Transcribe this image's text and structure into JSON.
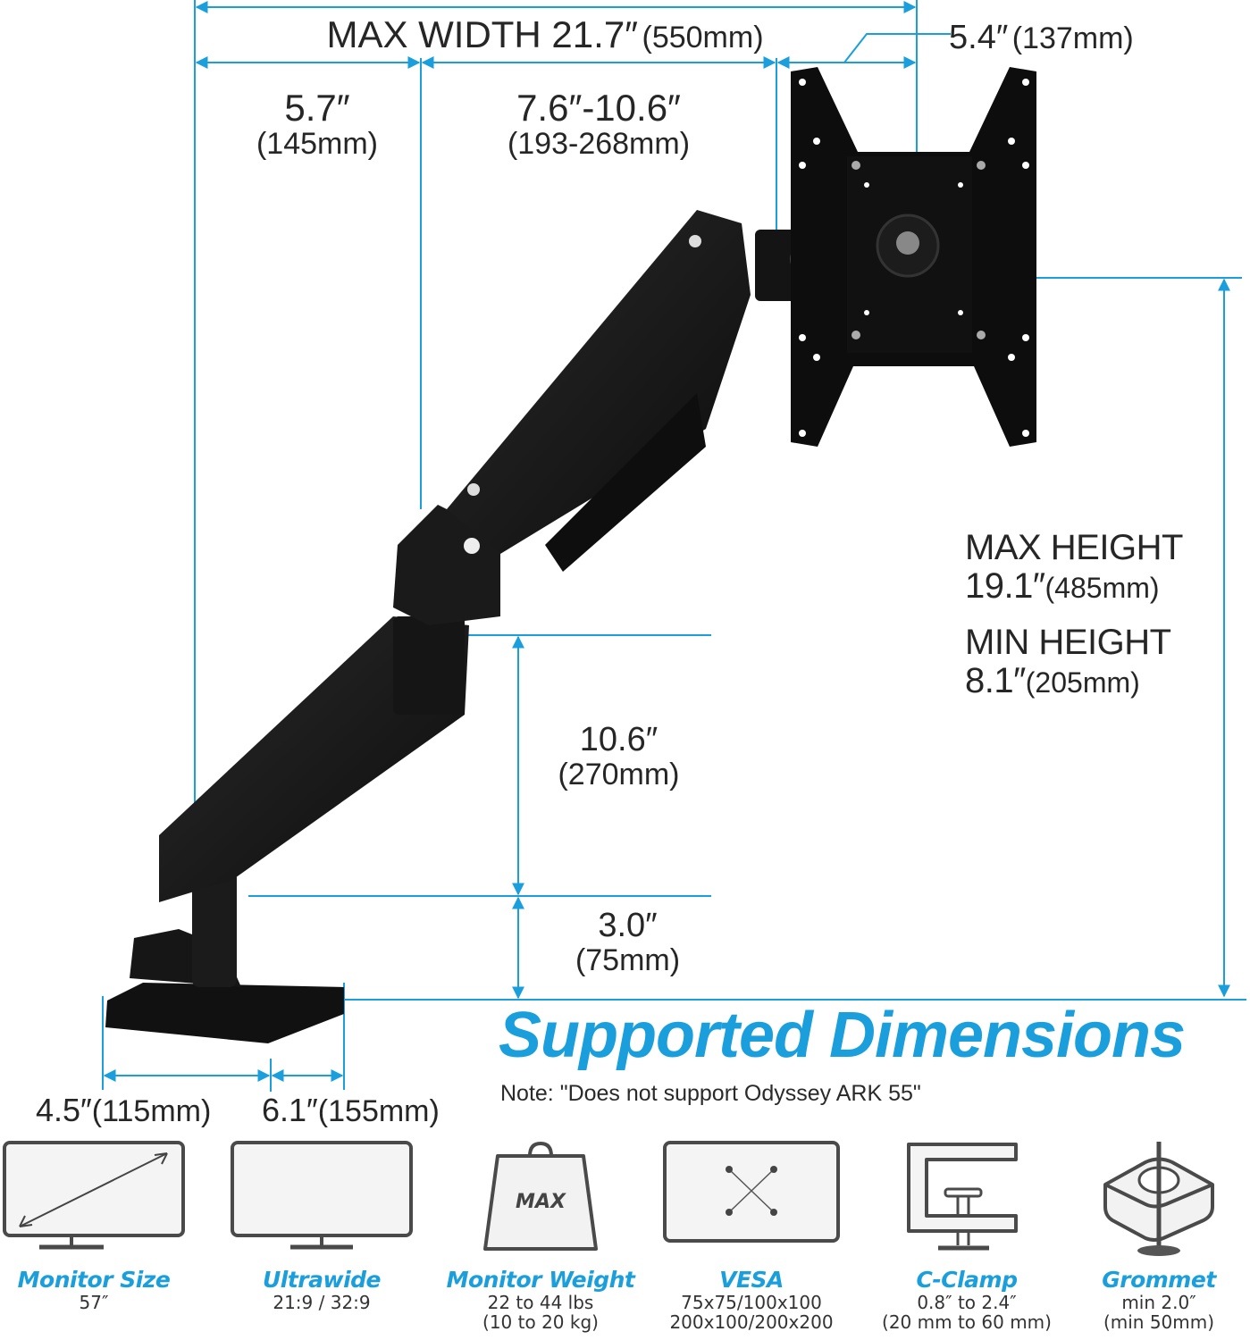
{
  "title": "Supported Dimensions",
  "note": "Note: \"Does not support Odyssey ARK 55\"",
  "accent_color": "#1a9fdc",
  "dimensions": {
    "max_width": {
      "label": "MAX WIDTH 21.7″",
      "metric": "(550mm)"
    },
    "vesa_offset": {
      "label": "5.4″",
      "metric": "(137mm)"
    },
    "first_arm": {
      "label": "5.7″",
      "metric": "(145mm)"
    },
    "second_arm": {
      "label": "7.6″-10.6″",
      "metric": "(193-268mm)"
    },
    "max_height": {
      "heading": "MAX HEIGHT",
      "value": "19.1″",
      "metric": "(485mm)"
    },
    "min_height": {
      "heading": "MIN HEIGHT",
      "value": "8.1″",
      "metric": "(205mm)"
    },
    "pole_height": {
      "label": "10.6″",
      "metric": "(270mm)"
    },
    "base_height": {
      "label": "3.0″",
      "metric": "(75mm)"
    },
    "base_front": {
      "label": "4.5″",
      "metric": "(115mm)"
    },
    "base_back": {
      "label": "6.1″",
      "metric": "(155mm)"
    }
  },
  "features": [
    {
      "icon": "monitor-size-icon",
      "title": "Monitor Size",
      "lines": [
        "57″"
      ]
    },
    {
      "icon": "ultrawide-icon",
      "title": "Ultrawide",
      "lines": [
        "21:9 / 32:9"
      ]
    },
    {
      "icon": "weight-icon",
      "title": "Monitor Weight",
      "icon_text": "MAX",
      "lines": [
        "22 to 44 lbs",
        "(10 to 20 kg)"
      ]
    },
    {
      "icon": "vesa-icon",
      "title": "VESA",
      "lines": [
        "75x75/100x100",
        "200x100/200x200"
      ]
    },
    {
      "icon": "c-clamp-icon",
      "title": "C-Clamp",
      "lines": [
        "0.8″ to 2.4″",
        "(20 mm to 60 mm)"
      ]
    },
    {
      "icon": "grommet-icon",
      "title": "Grommet",
      "lines": [
        "min 2.0″",
        "(min 50mm)"
      ]
    }
  ]
}
